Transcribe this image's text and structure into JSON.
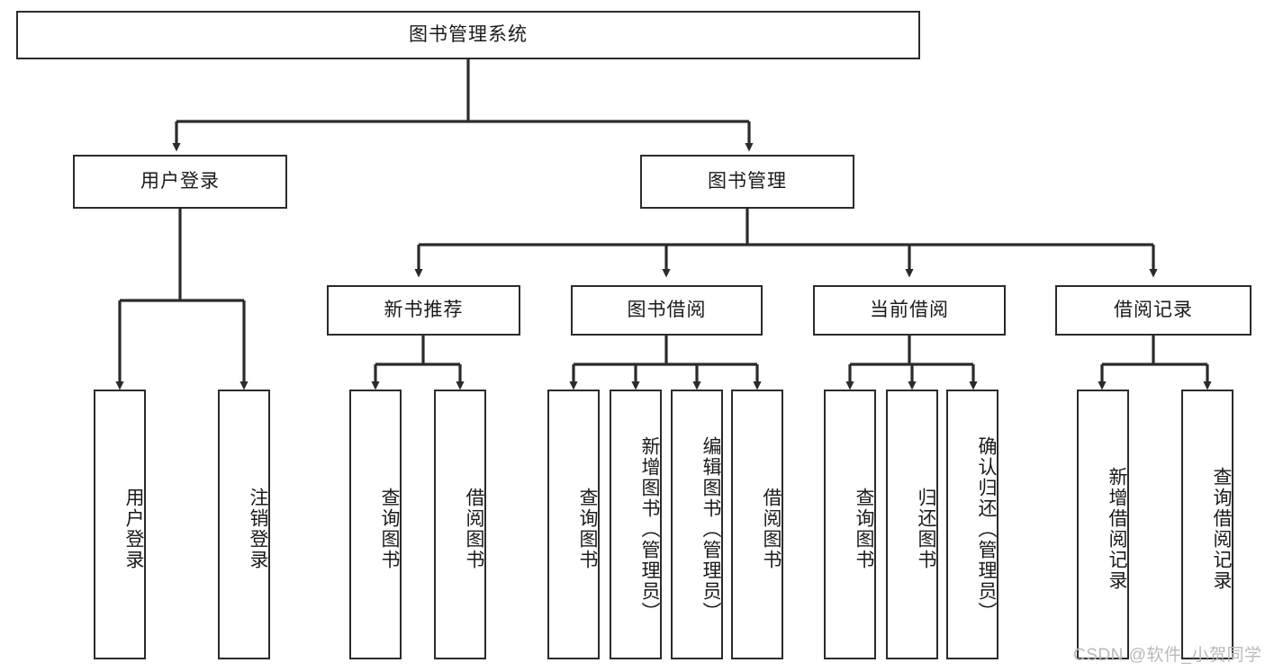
{
  "diagram": {
    "type": "tree-hierarchy-diagram",
    "title": "图书管理系统",
    "levels": 4,
    "colors": {
      "box_border": "#2b2b2b",
      "box_fill": "#ffffff",
      "connector": "#2b2b2b",
      "text": "#1a1a1a",
      "watermark": "#b9b9b9",
      "background": "#ffffff"
    },
    "root": {
      "id": "root",
      "label": "图书管理系统",
      "orientation": "horizontal"
    },
    "level2": [
      {
        "id": "user-login",
        "label": "用户登录",
        "orientation": "horizontal"
      },
      {
        "id": "book-management",
        "label": "图书管理",
        "orientation": "horizontal"
      }
    ],
    "level3": [
      {
        "id": "new-book-recommend",
        "label": "新书推荐",
        "orientation": "horizontal",
        "parent": "book-management"
      },
      {
        "id": "book-borrow",
        "label": "图书借阅",
        "orientation": "horizontal",
        "parent": "book-management"
      },
      {
        "id": "current-borrow",
        "label": "当前借阅",
        "orientation": "horizontal",
        "parent": "book-management"
      },
      {
        "id": "borrow-record",
        "label": "借阅记录",
        "orientation": "horizontal",
        "parent": "book-management"
      }
    ],
    "leaves": [
      {
        "id": "leaf-user-login",
        "label": "用户登录",
        "parent": "user-login"
      },
      {
        "id": "leaf-logout-login",
        "label": "注销登录",
        "parent": "user-login"
      },
      {
        "id": "leaf-query-book-1",
        "label": "查询图书",
        "parent": "new-book-recommend"
      },
      {
        "id": "leaf-borrow-book-1",
        "label": "借阅图书",
        "parent": "new-book-recommend"
      },
      {
        "id": "leaf-query-book-2",
        "label": "查询图书",
        "parent": "book-borrow"
      },
      {
        "id": "leaf-add-book",
        "label": "新增图书（管理员）",
        "parent": "book-borrow"
      },
      {
        "id": "leaf-edit-book",
        "label": "编辑图书（管理员）",
        "parent": "book-borrow"
      },
      {
        "id": "leaf-borrow-book-2",
        "label": "借阅图书",
        "parent": "book-borrow"
      },
      {
        "id": "leaf-query-book-3",
        "label": "查询图书",
        "parent": "current-borrow"
      },
      {
        "id": "leaf-return-book",
        "label": "归还图书",
        "parent": "current-borrow"
      },
      {
        "id": "leaf-confirm-return",
        "label": "确认归还（管理员）",
        "parent": "current-borrow"
      },
      {
        "id": "leaf-add-record",
        "label": "新增借阅记录",
        "parent": "borrow-record"
      },
      {
        "id": "leaf-query-record",
        "label": "查询借阅记录",
        "parent": "borrow-record"
      }
    ],
    "watermark": "CSDN @软件_小贺同学"
  }
}
